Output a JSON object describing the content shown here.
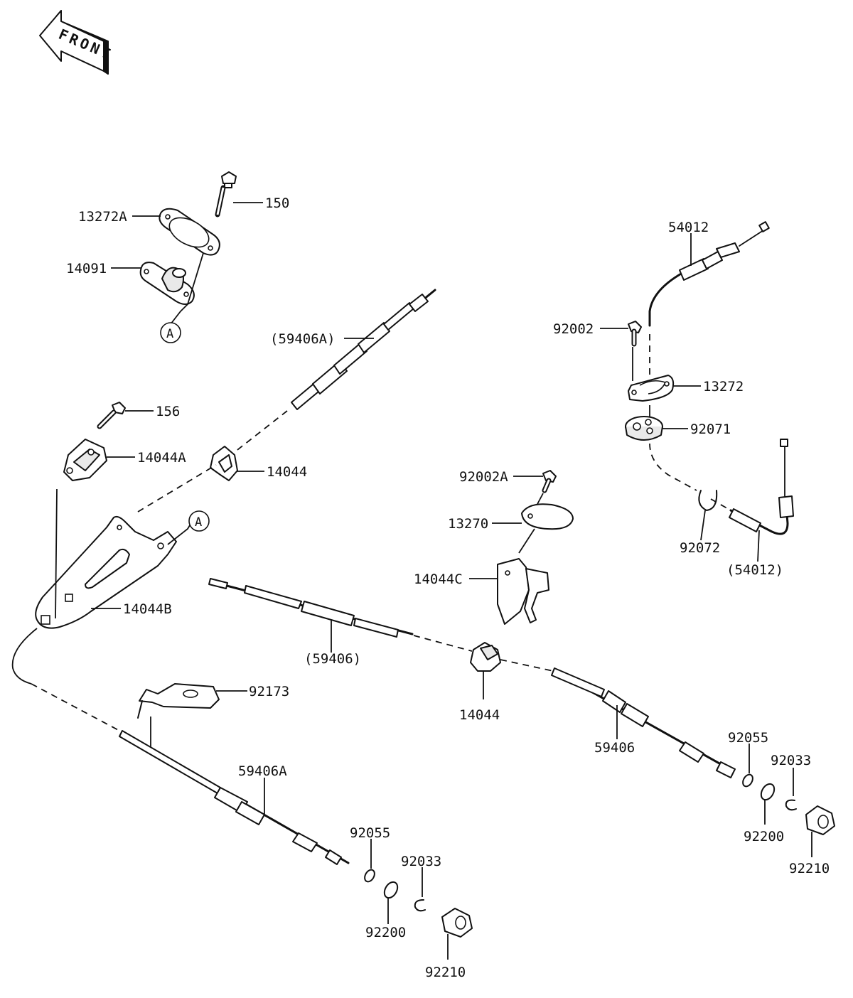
{
  "orientation": {
    "arrow_text": "FRONT",
    "icon": "front-direction-arrow-icon"
  },
  "callout_ref": "A",
  "labels": {
    "p150": "150",
    "p13272A": "13272A",
    "p14091": "14091",
    "p59406A_paren": "(59406A)",
    "p156": "156",
    "p14044A": "14044A",
    "p14044_top": "14044",
    "p14044B": "14044B",
    "p54012": "54012",
    "p92002": "92002",
    "p13272": "13272",
    "p92071": "92071",
    "p92072": "92072",
    "p54012_paren": "(54012)",
    "p92002A": "92002A",
    "p13270": "13270",
    "p14044C": "14044C",
    "p59406_paren": "(59406)",
    "p14044_mid": "14044",
    "p92173": "92173",
    "p59406A": "59406A",
    "p59406": "59406",
    "p92055_left": "92055",
    "p92033_left": "92033",
    "p92200_left": "92200",
    "p92210_left": "92210",
    "p92055_right": "92055",
    "p92033_right": "92033",
    "p92200_right": "92200",
    "p92210_right": "92210"
  }
}
